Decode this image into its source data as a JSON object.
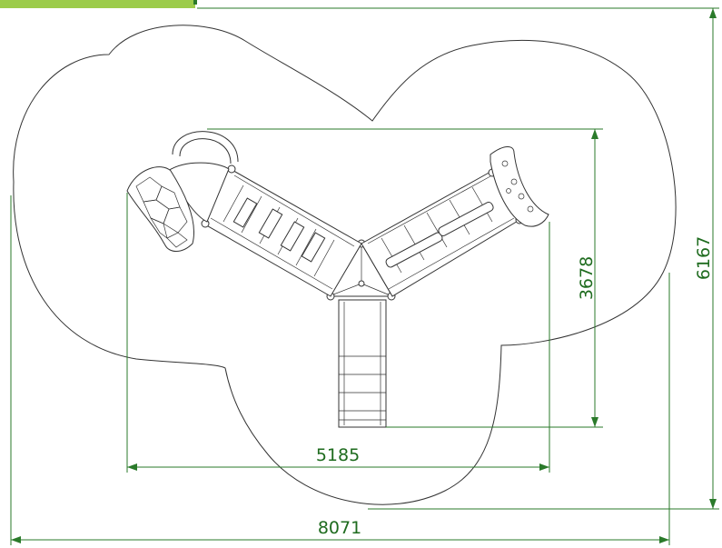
{
  "dimensions": {
    "total_width": "8071",
    "total_height": "6167",
    "equipment_width": "5185",
    "equipment_height": "3678"
  },
  "colors": {
    "dimension": "#2a7a2a",
    "drawing": "#333333",
    "accent_bar": "#9ccc4a"
  }
}
